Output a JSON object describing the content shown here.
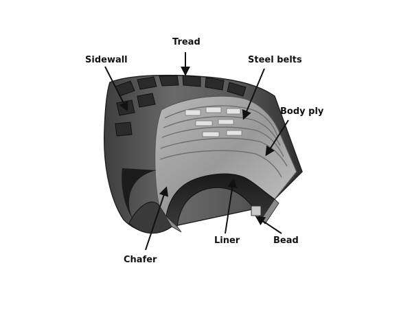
{
  "labels": {
    "tread": "Tread",
    "sidewall": "Sidewall",
    "steel_belts": "Steel belts",
    "body_ply": "Body ply",
    "chafer": "Chafer",
    "liner": "Liner",
    "bead": "Bead"
  }
}
